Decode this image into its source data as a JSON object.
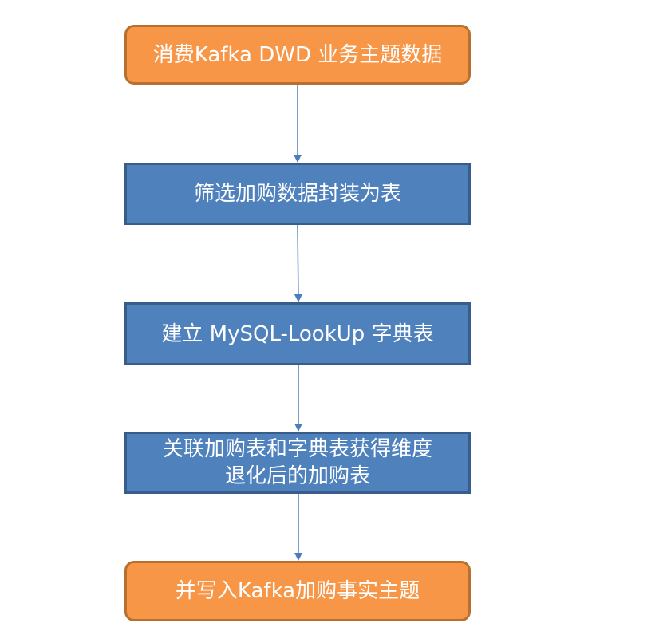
{
  "diagram": {
    "steps": [
      {
        "id": "step-1",
        "style": "orange",
        "lines": [
          "消费Kafka DWD 业务主题数据"
        ]
      },
      {
        "id": "step-2",
        "style": "blue",
        "lines": [
          "筛选加购数据封装为表"
        ]
      },
      {
        "id": "step-3",
        "style": "blue",
        "lines": [
          "建立 MySQL-LookUp 字典表"
        ]
      },
      {
        "id": "step-4",
        "style": "blue",
        "lines": [
          "关联加购表和字典表获得维度",
          "退化后的加购表"
        ]
      },
      {
        "id": "step-5",
        "style": "orange",
        "lines": [
          "并写入Kafka加购事实主题"
        ]
      }
    ],
    "connectors": [
      {
        "from": "step-1",
        "to": "step-2"
      },
      {
        "from": "step-2",
        "to": "step-3"
      },
      {
        "from": "step-3",
        "to": "step-4"
      },
      {
        "from": "step-4",
        "to": "step-5"
      }
    ],
    "colors": {
      "orange_fill": "#f79646",
      "orange_border": "#b7702f",
      "blue_fill": "#4f81bd",
      "blue_border": "#385d8a",
      "connector": "#4a7ebb",
      "text": "#ffffff"
    }
  }
}
